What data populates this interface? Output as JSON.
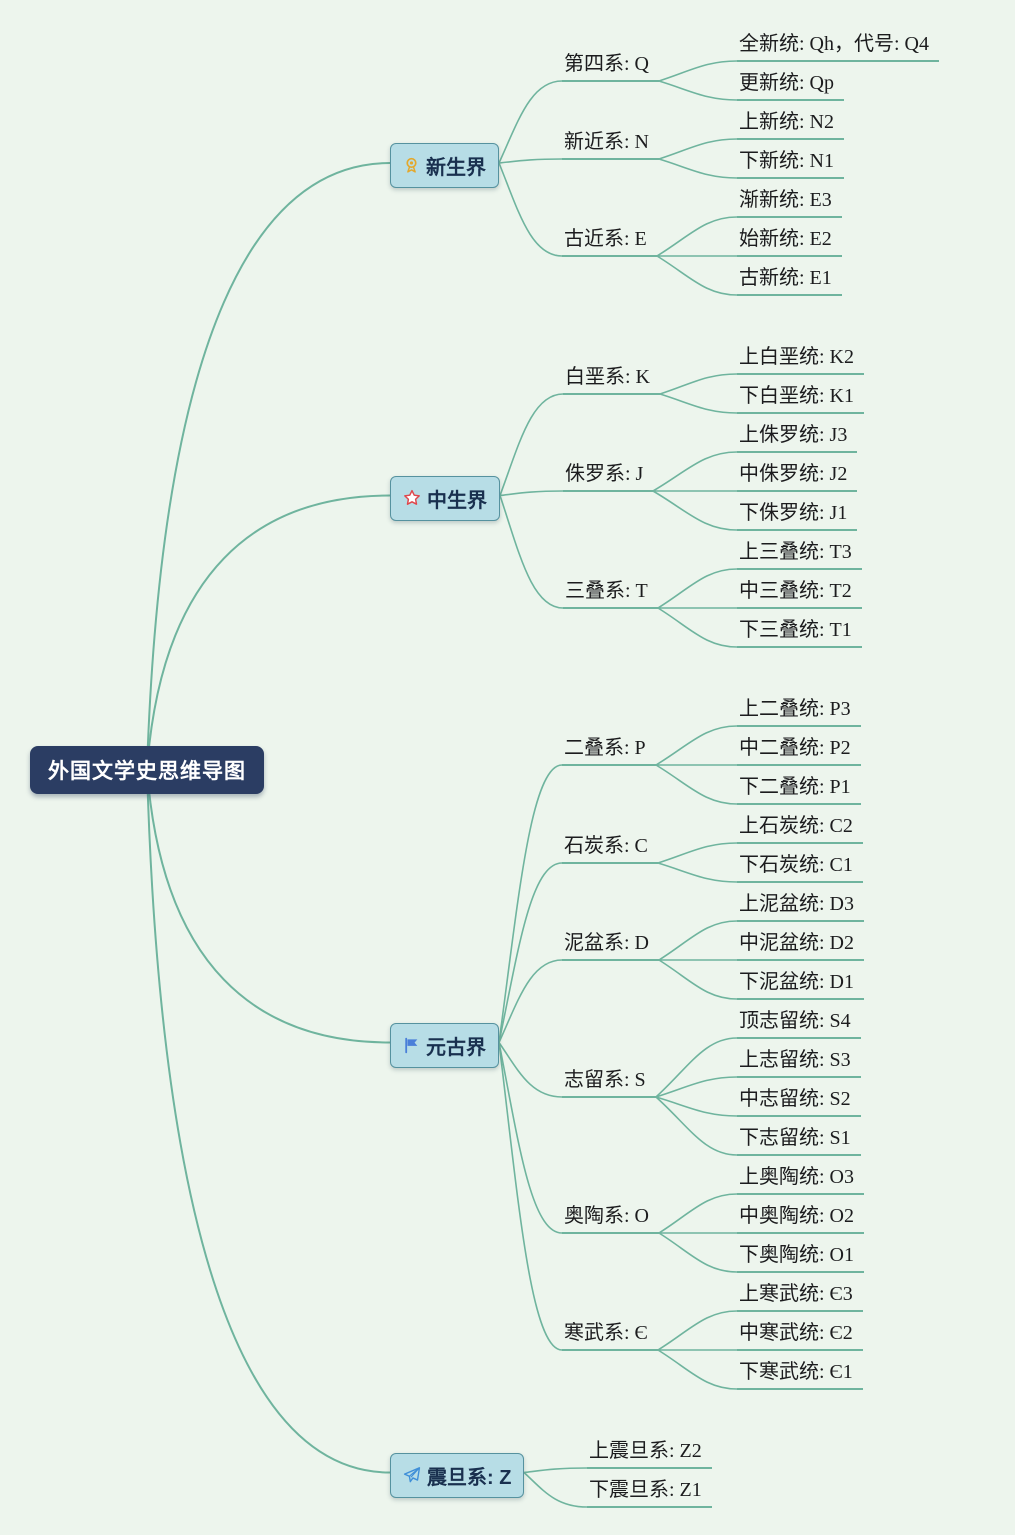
{
  "theme": {
    "background": "#edf5ed",
    "line_color": "#6fb49e",
    "root_fill": "#2b3d63",
    "root_text_color": "#ffffff",
    "branch_fill": "#b7dde6",
    "branch_border": "#56929f",
    "topic_text_color": "#1c1c1e",
    "medal_icon_color": "#e3a82d",
    "star_icon_color": "#e0474c",
    "flag_icon_color": "#4a7fd9",
    "plane_icon_color": "#3f8fd8"
  },
  "root": {
    "label": "外国文学史思维导图",
    "children": [
      {
        "label": "新生界",
        "icon": "medal-icon",
        "children": [
          {
            "label": "第四系: Q",
            "children": [
              {
                "label": "全新统: Qh，代号: Q4"
              },
              {
                "label": "更新统: Qp"
              }
            ]
          },
          {
            "label": "新近系: N",
            "children": [
              {
                "label": "上新统: N2"
              },
              {
                "label": "下新统: N1"
              }
            ]
          },
          {
            "label": "古近系: E",
            "children": [
              {
                "label": "渐新统: E3"
              },
              {
                "label": "始新统: E2"
              },
              {
                "label": "古新统: E1"
              }
            ]
          }
        ]
      },
      {
        "label": "中生界",
        "icon": "star-icon",
        "children": [
          {
            "label": "白垩系: K",
            "children": [
              {
                "label": "上白垩统: K2"
              },
              {
                "label": "下白垩统: K1"
              }
            ]
          },
          {
            "label": "侏罗系: J",
            "children": [
              {
                "label": "上侏罗统: J3"
              },
              {
                "label": "中侏罗统: J2"
              },
              {
                "label": "下侏罗统: J1"
              }
            ]
          },
          {
            "label": "三叠系: T",
            "children": [
              {
                "label": "上三叠统: T3"
              },
              {
                "label": "中三叠统: T2"
              },
              {
                "label": "下三叠统: T1"
              }
            ]
          }
        ]
      },
      {
        "label": "元古界",
        "icon": "flag-icon",
        "children": [
          {
            "label": "二叠系: P",
            "children": [
              {
                "label": "上二叠统: P3"
              },
              {
                "label": "中二叠统: P2"
              },
              {
                "label": "下二叠统: P1"
              }
            ]
          },
          {
            "label": "石炭系: C",
            "children": [
              {
                "label": "上石炭统: C2"
              },
              {
                "label": "下石炭统: C1"
              }
            ]
          },
          {
            "label": "泥盆系: D",
            "children": [
              {
                "label": "上泥盆统: D3"
              },
              {
                "label": "中泥盆统: D2"
              },
              {
                "label": "下泥盆统: D1"
              }
            ]
          },
          {
            "label": "志留系: S",
            "children": [
              {
                "label": "顶志留统: S4"
              },
              {
                "label": "上志留统: S3"
              },
              {
                "label": "中志留统: S2"
              },
              {
                "label": "下志留统: S1"
              }
            ]
          },
          {
            "label": "奥陶系: O",
            "children": [
              {
                "label": "上奥陶统: O3"
              },
              {
                "label": "中奥陶统: O2"
              },
              {
                "label": "下奥陶统: O1"
              }
            ]
          },
          {
            "label": "寒武系: Є",
            "children": [
              {
                "label": "上寒武统: Є3"
              },
              {
                "label": "中寒武统: Є2"
              },
              {
                "label": "下寒武统: Є1"
              }
            ]
          }
        ]
      },
      {
        "label": "震旦系: Z",
        "icon": "paper-plane-icon",
        "children": [
          {
            "label": "上震旦系: Z2"
          },
          {
            "label": "下震旦系: Z1"
          }
        ]
      }
    ]
  }
}
